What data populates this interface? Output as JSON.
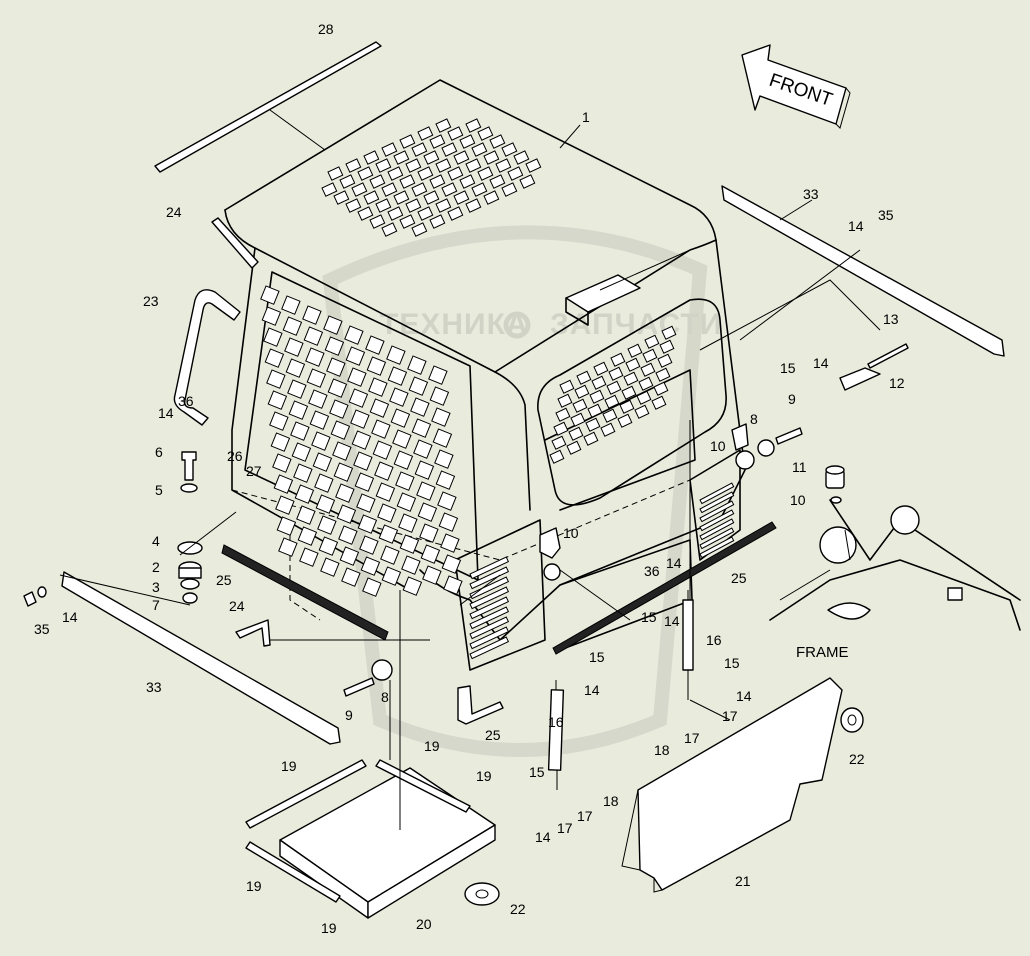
{
  "diagram": {
    "direction_label": "FRONT",
    "frame_label": "FRAME",
    "watermark": {
      "left": "ТЕХНИКА",
      "right": "ЗАПЧАСТИ"
    },
    "callouts": [
      {
        "n": "1"
      },
      {
        "n": "28"
      },
      {
        "n": "24"
      },
      {
        "n": "23"
      },
      {
        "n": "36"
      },
      {
        "n": "14"
      },
      {
        "n": "6"
      },
      {
        "n": "26"
      },
      {
        "n": "27"
      },
      {
        "n": "5"
      },
      {
        "n": "4"
      },
      {
        "n": "2"
      },
      {
        "n": "3"
      },
      {
        "n": "7"
      },
      {
        "n": "35"
      },
      {
        "n": "14"
      },
      {
        "n": "33"
      },
      {
        "n": "25"
      },
      {
        "n": "24"
      },
      {
        "n": "9"
      },
      {
        "n": "8"
      },
      {
        "n": "25"
      },
      {
        "n": "10"
      },
      {
        "n": "36"
      },
      {
        "n": "14"
      },
      {
        "n": "25"
      },
      {
        "n": "15"
      },
      {
        "n": "14"
      },
      {
        "n": "16"
      },
      {
        "n": "15"
      },
      {
        "n": "14"
      },
      {
        "n": "16"
      },
      {
        "n": "15"
      },
      {
        "n": "14"
      },
      {
        "n": "17"
      },
      {
        "n": "17"
      },
      {
        "n": "18"
      },
      {
        "n": "15"
      },
      {
        "n": "14"
      },
      {
        "n": "17"
      },
      {
        "n": "17"
      },
      {
        "n": "18"
      },
      {
        "n": "33"
      },
      {
        "n": "14"
      },
      {
        "n": "35"
      },
      {
        "n": "13"
      },
      {
        "n": "15"
      },
      {
        "n": "14"
      },
      {
        "n": "12"
      },
      {
        "n": "9"
      },
      {
        "n": "8"
      },
      {
        "n": "10"
      },
      {
        "n": "11"
      },
      {
        "n": "10"
      },
      {
        "n": "19"
      },
      {
        "n": "19"
      },
      {
        "n": "19"
      },
      {
        "n": "19"
      },
      {
        "n": "19"
      },
      {
        "n": "20"
      },
      {
        "n": "22"
      },
      {
        "n": "21"
      },
      {
        "n": "22"
      }
    ]
  }
}
